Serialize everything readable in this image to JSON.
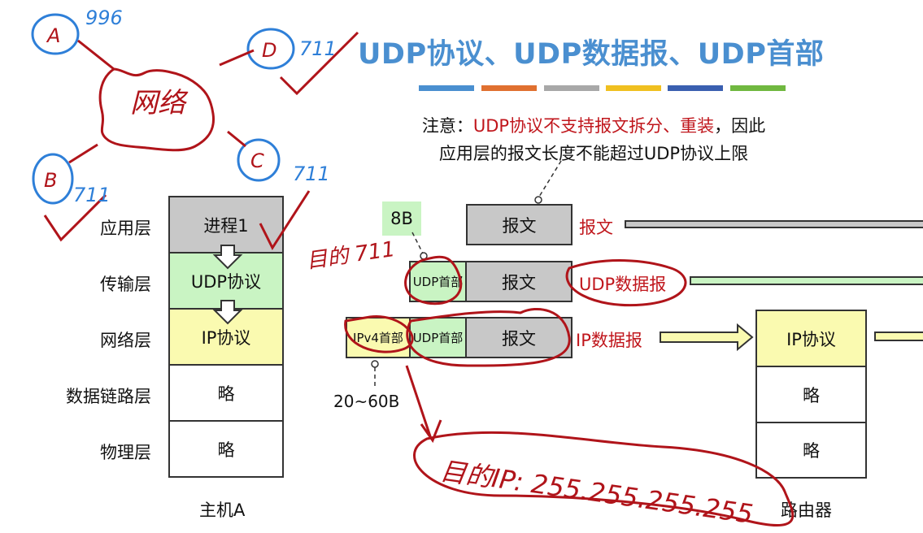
{
  "title": "UDP协议、UDP数据报、UDP首部",
  "color_bars": [
    "#4a8fd0",
    "#e07030",
    "#a8a8a8",
    "#f0c020",
    "#3a5fb0",
    "#70b840"
  ],
  "note": {
    "prefix": "注意：",
    "highlight": "UDP协议不支持报文拆分、重装",
    "suffix": "，因此",
    "line2": "应用层的报文长度不能超过UDP协议上限"
  },
  "host": {
    "name": "主机A",
    "layers": [
      {
        "label": "应用层",
        "content": "进程1"
      },
      {
        "label": "传输层",
        "content": "UDP协议"
      },
      {
        "label": "网络层",
        "content": "IP协议"
      },
      {
        "label": "数据链路层",
        "content": "略"
      },
      {
        "label": "物理层",
        "content": "略"
      }
    ]
  },
  "packets": {
    "udp_header_size": "8B",
    "ip_header_size": "20~60B",
    "message": "报文",
    "udp_header": "UDP首部",
    "ipv4_header": "IPv4首部",
    "label_message": "报文",
    "label_udp": "UDP数据报",
    "label_ip": "IP数据报"
  },
  "router": {
    "name": "路由器",
    "layers": [
      "IP协议",
      "略",
      "略"
    ]
  },
  "annotations": {
    "a": "A",
    "a_num": "996",
    "d": "D",
    "d_num": "711",
    "b": "B",
    "b_num": "711",
    "c": "C",
    "c_num": "711",
    "network": "网络",
    "dest_port": "目的 711",
    "dest_ip": "目的IP: 255.255.255.255"
  }
}
